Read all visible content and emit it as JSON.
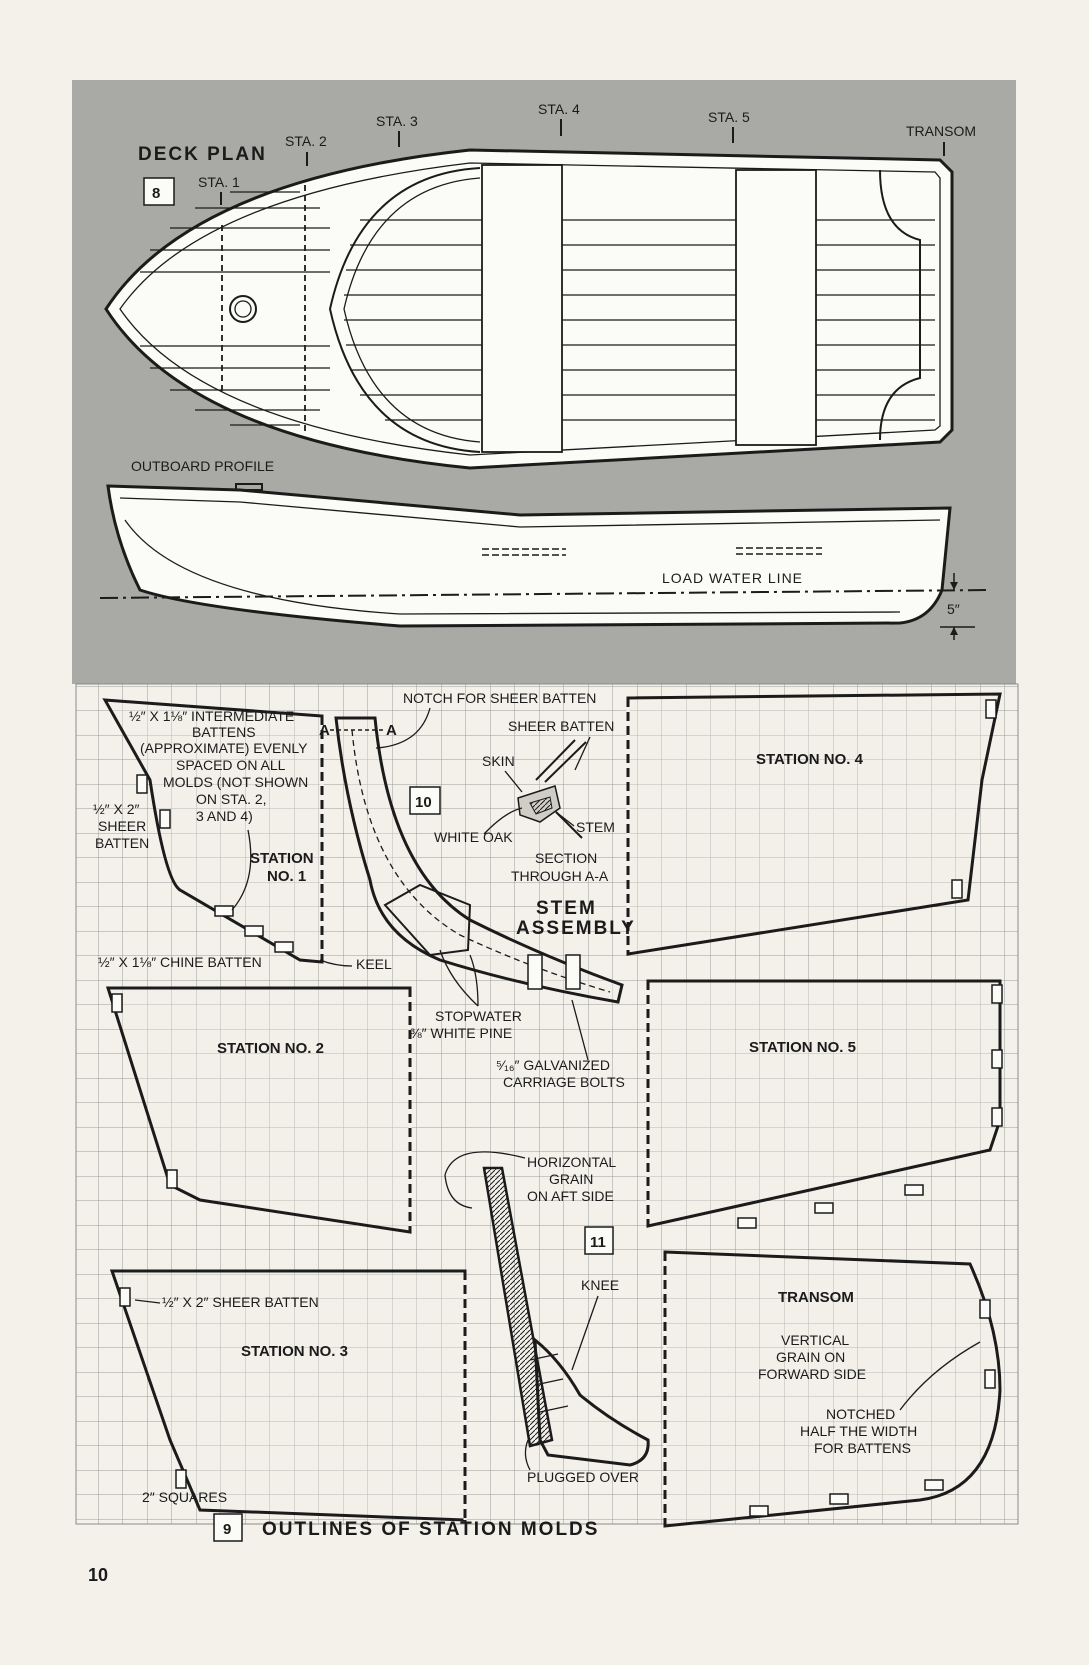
{
  "deck_plan": {
    "title": "DECK PLAN",
    "figure_number": "8",
    "stations": [
      "STA. 1",
      "STA. 2",
      "STA. 3",
      "STA. 4",
      "STA. 5"
    ],
    "transom_label": "TRANSOM"
  },
  "outboard_profile": {
    "title": "OUTBOARD PROFILE",
    "water_line_label": "LOAD WATER LINE",
    "freeboard_dimension": "5″"
  },
  "station_molds": {
    "figure_number": "9",
    "title": "OUTLINES OF STATION MOLDS",
    "grid_note": "2″ SQUARES",
    "station_1": {
      "name_lines": [
        "STATION",
        "NO. 1"
      ],
      "batten_note_lines": [
        "½″ X 1⅛″ INTERMEDIATE",
        "BATTENS",
        "(APPROXIMATE) EVENLY",
        "SPACED ON ALL",
        "MOLDS (NOT SHOWN",
        "ON STA. 2,",
        "3 AND 4)"
      ],
      "sheer_batten_lines": [
        "½″ X 2″",
        "SHEER",
        "BATTEN"
      ],
      "chine_batten": "½″ X 1⅛″ CHINE BATTEN",
      "keel": "KEEL"
    },
    "station_2": "STATION NO. 2",
    "station_3": {
      "name": "STATION NO. 3",
      "sheer_batten": "½″ X 2″ SHEER BATTEN"
    },
    "station_4": "STATION NO. 4",
    "station_5": "STATION NO. 5",
    "transom": {
      "name": "TRANSOM",
      "grain_lines": [
        "VERTICAL",
        "GRAIN ON",
        "FORWARD SIDE"
      ],
      "notch_lines": [
        "NOTCHED",
        "HALF THE WIDTH",
        "FOR BATTENS"
      ]
    }
  },
  "stem_assembly": {
    "figure_number": "10",
    "title_lines": [
      "STEM",
      "ASSEMBLY"
    ],
    "notch_label": "NOTCH FOR SHEER BATTEN",
    "section_marker": "A",
    "sheer_batten": "SHEER BATTEN",
    "skin": "SKIN",
    "white_oak": "WHITE OAK",
    "stem": "STEM",
    "section_lines": [
      "SECTION",
      "THROUGH A-A"
    ],
    "stopwater_lines": [
      "STOPWATER",
      "⅜″ WHITE PINE"
    ],
    "bolts_lines": [
      "⁵⁄₁₆″ GALVANIZED",
      "CARRIAGE BOLTS"
    ]
  },
  "transom_knee": {
    "figure_number": "11",
    "grain_lines": [
      "HORIZONTAL",
      "GRAIN",
      "ON AFT SIDE"
    ],
    "knee": "KNEE",
    "plugged": "PLUGGED OVER"
  },
  "page_number": "10",
  "colors": {
    "paper": "#f3f1ea",
    "halftone_panel": "#a9a9a6",
    "grid_line": "#9a9a9a",
    "ink": "#1b1b1b"
  }
}
